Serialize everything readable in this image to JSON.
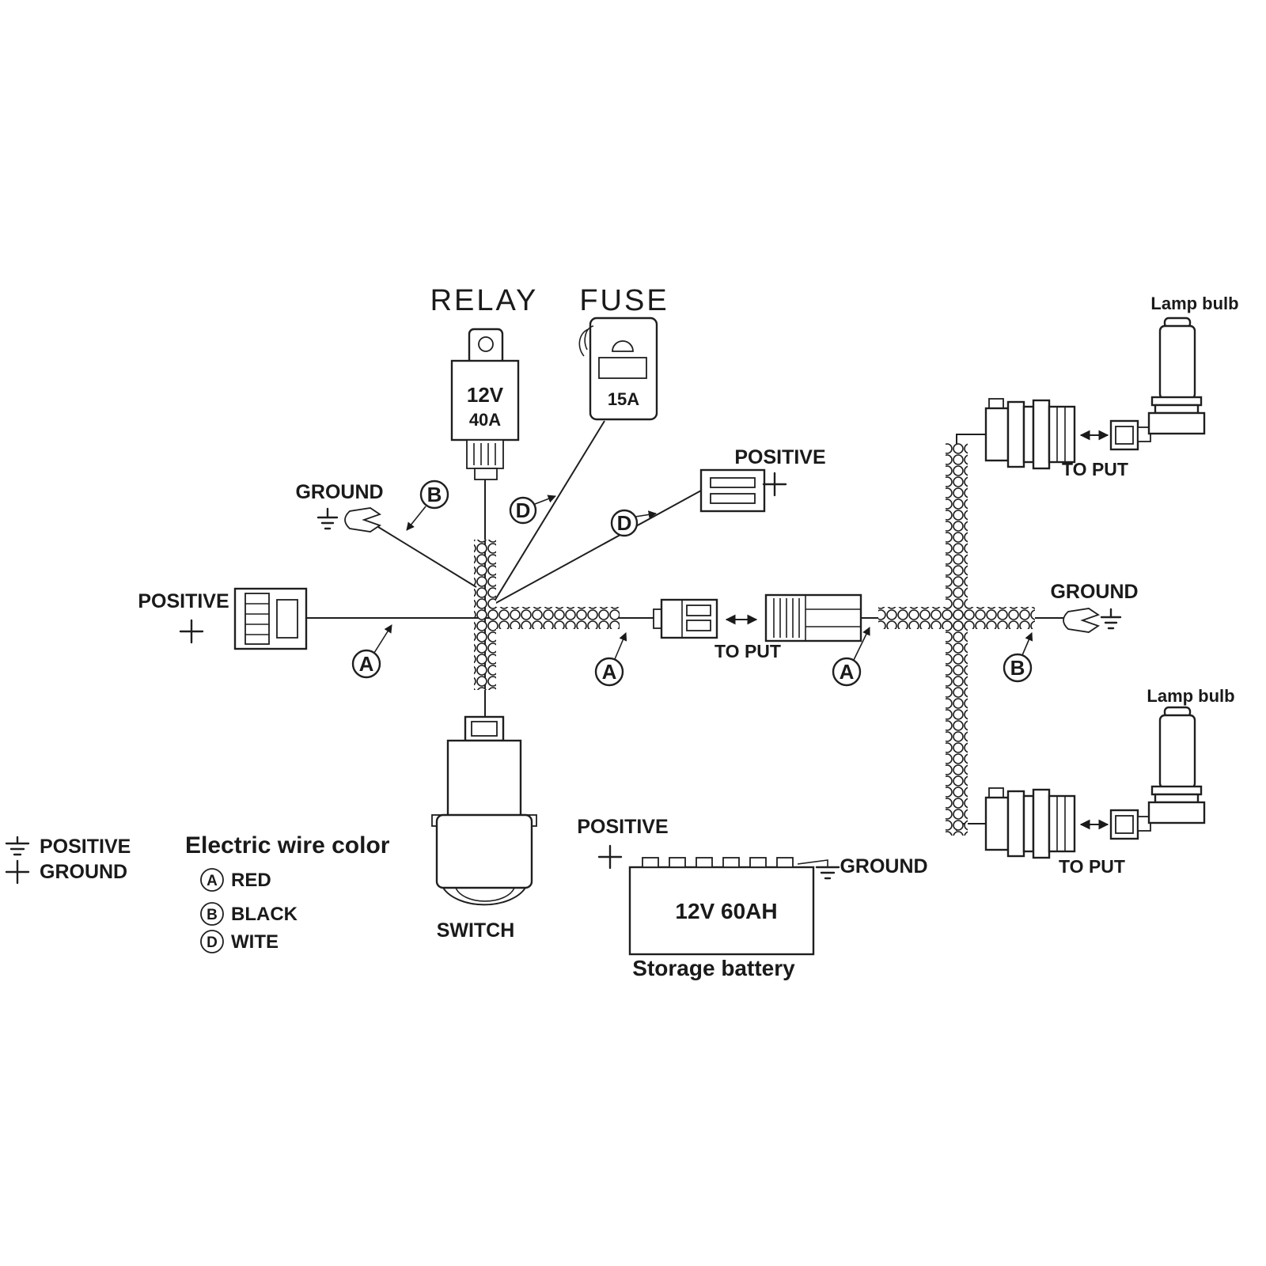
{
  "diagram": {
    "relay": {
      "title": "RELAY",
      "rating_top": "12V",
      "rating_bottom": "40A"
    },
    "fuse": {
      "title": "FUSE",
      "rating": "15A"
    },
    "positive_top": {
      "label": "POSITIVE"
    },
    "ground_top_left": {
      "label": "GROUND"
    },
    "positive_left": {
      "label": "POSITIVE"
    },
    "mid_coupler": {
      "label": "TO PUT"
    },
    "ground_right": {
      "label": "GROUND"
    },
    "lamp_top": {
      "bulb_label": "Lamp bulb",
      "socket_label": "TO PUT"
    },
    "lamp_bottom": {
      "bulb_label": "Lamp bulb",
      "socket_label": "TO PUT"
    },
    "switch": {
      "label": "SWITCH"
    },
    "battery": {
      "positive_label": "POSITIVE",
      "ground_label": "GROUND",
      "rating": "12V 60AH",
      "caption": "Storage battery"
    },
    "wire_tags": {
      "b_relay": "B",
      "d_fuse": "D",
      "d_positive": "D",
      "a_left": "A",
      "a_mid": "A",
      "a_right": "A",
      "b_right": "B"
    }
  },
  "legend": {
    "positive_label": "POSITIVE",
    "ground_label": "GROUND",
    "title": "Electric wire color",
    "items": [
      {
        "code": "A",
        "label": "RED"
      },
      {
        "code": "B",
        "label": "BLACK"
      },
      {
        "code": "D",
        "label": "WITE"
      }
    ]
  }
}
